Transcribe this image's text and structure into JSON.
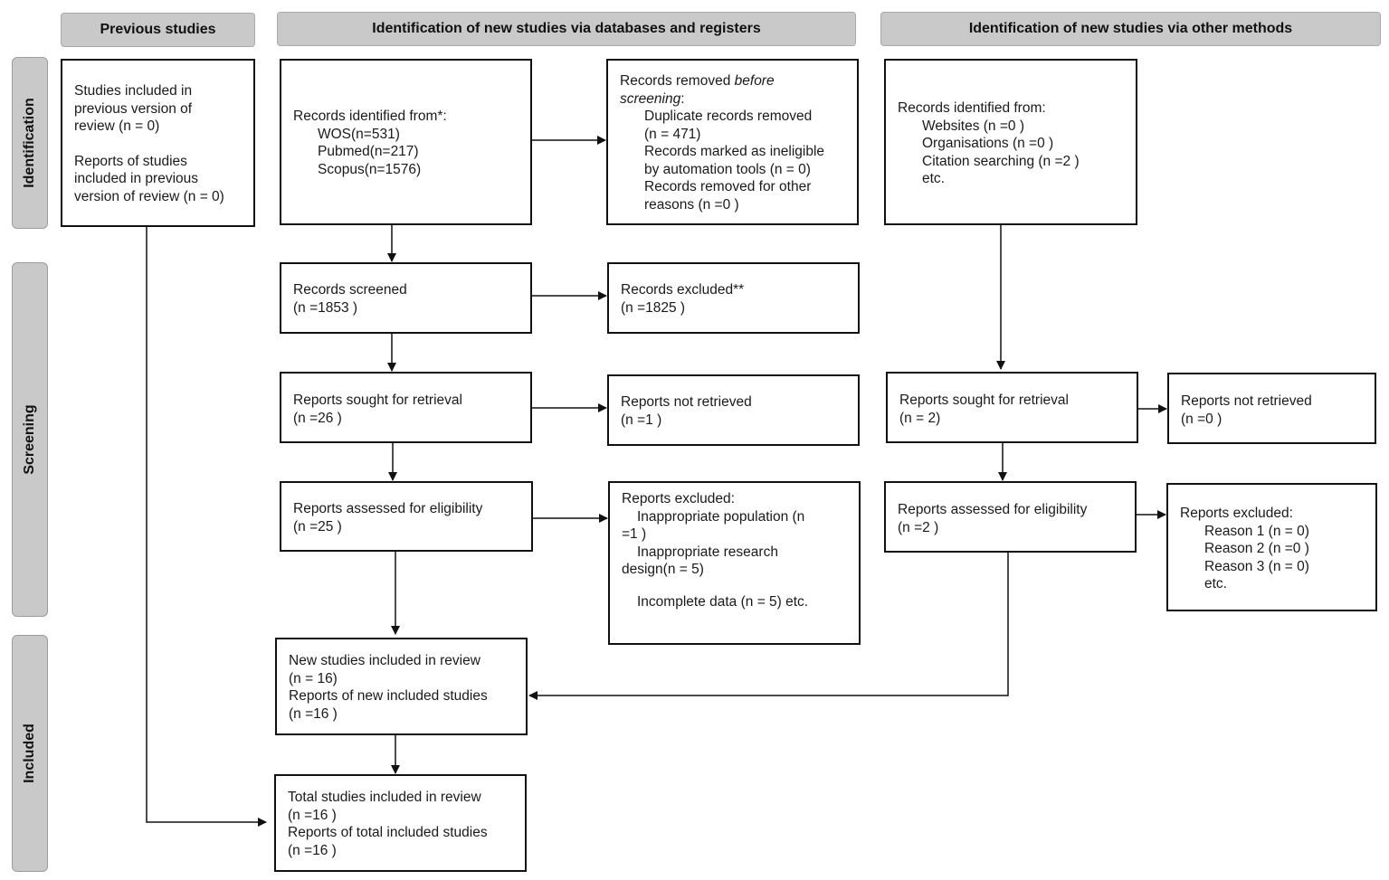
{
  "headers": {
    "previous": "Previous studies",
    "databases": "Identification of new studies via databases and registers",
    "other": "Identification of new studies via other methods"
  },
  "stages": {
    "identification": "Identification",
    "screening": "Screening",
    "included": "Included"
  },
  "previous_box": {
    "l1": "Studies included in",
    "l2": "previous version of",
    "l3": "review (n = 0)",
    "l4": "Reports of studies",
    "l5": "included in previous",
    "l6": "version of review (n = 0)"
  },
  "db_identified": {
    "l1": "Records identified from*:",
    "l2": "WOS(n=531)",
    "l3": "Pubmed(n=217)",
    "l4": "Scopus(n=1576)"
  },
  "db_removed": {
    "l1a": "Records removed ",
    "l1b": "before",
    "l2a": "screening",
    "l2b": ":",
    "l3": "Duplicate records removed",
    "l4": "(n = 471)",
    "l5": "Records marked as ineligible",
    "l6": "by automation tools (n = 0)",
    "l7": "Records removed for other",
    "l8": "reasons (n =0 )"
  },
  "db_screened": {
    "l1": "Records screened",
    "l2": "(n =1853 )"
  },
  "db_excluded": {
    "l1": "Records excluded**",
    "l2": "(n =1825 )"
  },
  "db_sought": {
    "l1": "Reports sought for retrieval",
    "l2": "(n =26 )"
  },
  "db_not_retrieved": {
    "l1": "Reports not retrieved",
    "l2": "(n =1 )"
  },
  "db_assessed": {
    "l1": "Reports assessed for eligibility",
    "l2": "(n =25 )"
  },
  "db_reports_excluded": {
    "l1": "Reports excluded:",
    "l2": "Inappropriate population (n",
    "l3": "=1 )",
    "l4": "Inappropriate research",
    "l5": "design(n = 5)",
    "l6": "Incomplete data (n = 5) etc."
  },
  "new_included": {
    "l1": "New studies included in review",
    "l2": "(n = 16)",
    "l3": "Reports of new included studies",
    "l4": "(n =16 )"
  },
  "total_included": {
    "l1": "Total studies included in review",
    "l2": "(n =16 )",
    "l3": "Reports of total included studies",
    "l4": "(n =16 )"
  },
  "other_identified": {
    "l1": "Records identified from:",
    "l2": "Websites (n =0 )",
    "l3": "Organisations (n =0 )",
    "l4": "Citation searching (n =2 )",
    "l5": "etc."
  },
  "other_sought": {
    "l1": "Reports sought for retrieval",
    "l2": "(n = 2)"
  },
  "other_not_retrieved": {
    "l1": "Reports not retrieved",
    "l2": "(n =0 )"
  },
  "other_assessed": {
    "l1": "Reports assessed for eligibility",
    "l2": "(n =2 )"
  },
  "other_reports_excluded": {
    "l1": "Reports excluded:",
    "l2": "Reason 1 (n = 0)",
    "l3": "Reason 2 (n =0 )",
    "l4": "Reason 3 (n = 0)",
    "l5": "etc."
  }
}
